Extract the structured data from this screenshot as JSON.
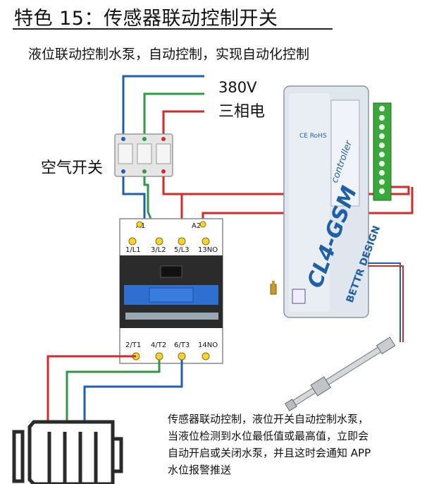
{
  "title": "特色 15：传感器联动控制开关",
  "subtitle": "液位联动控制水泵，自动控制，实现自动化控制",
  "power": {
    "voltage": "380V",
    "phase": "三相电"
  },
  "breaker": {
    "label": "空气开关"
  },
  "contactor": {
    "coil_terminals": [
      "A1",
      "A2"
    ],
    "top_terminals": [
      "1/L1",
      "3/L2",
      "5/L3",
      "13NO"
    ],
    "bottom_terminals": [
      "2/T1",
      "4/T2",
      "6/T3",
      "14NO"
    ]
  },
  "controller": {
    "model": "CL4-GSM",
    "subtitle": "controller",
    "brand": "BETTR DESIGN",
    "cert": "CE RoHS"
  },
  "description": [
    "传感器联动控制，液位开关自动控制水泵，",
    "当液位检测到水位最低值或最高值，立即会",
    "自动开启或关闭水泵，并且这时会通知 APP",
    "水位报警推送"
  ],
  "colors": {
    "blue_wire": "#1e5fb0",
    "green_wire": "#2e9a45",
    "red_wire": "#d02a2a",
    "controller_body": "#dfe6ee",
    "terminal_green": "#3aa83a",
    "contactor_dark": "#2b2b2b",
    "contactor_blue": "#2f6fd0"
  }
}
